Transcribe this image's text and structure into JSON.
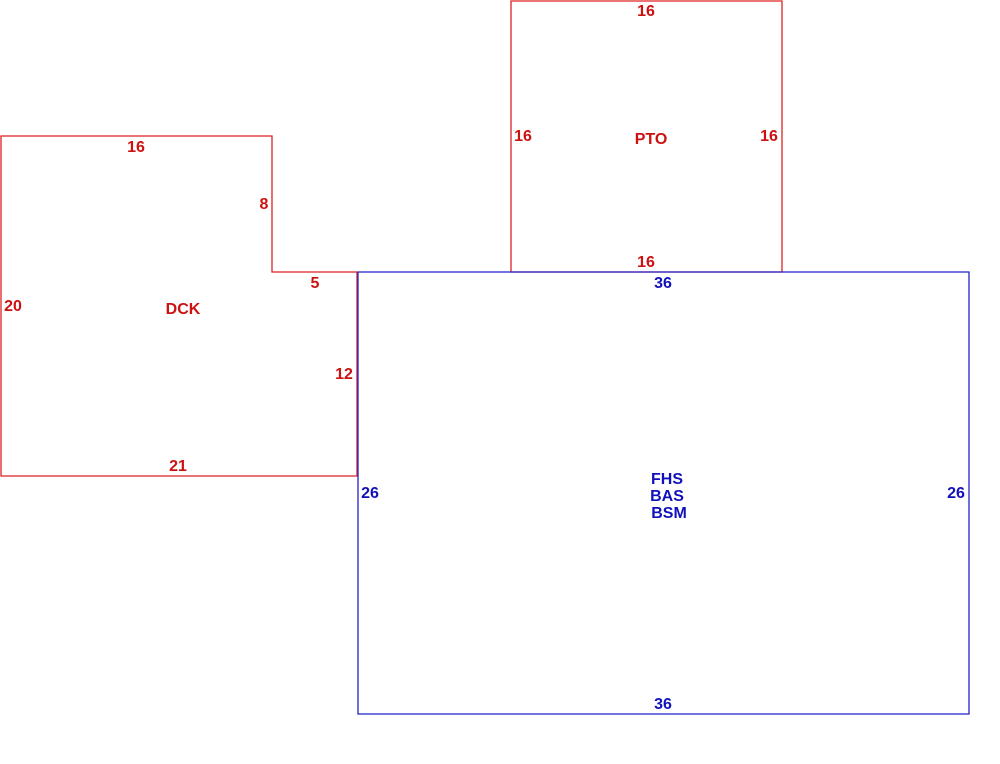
{
  "colors": {
    "secondary_areas": "#cc1111",
    "main_area": "#1111bb",
    "background": "#ffffff"
  },
  "areas": {
    "dck": {
      "code": "DCK",
      "dims": {
        "top": "16",
        "step_right": "8",
        "step_bottom": "5",
        "right": "12",
        "left": "20",
        "bottom": "21"
      }
    },
    "pto": {
      "code": "PTO",
      "dims": {
        "top": "16",
        "left": "16",
        "right": "16",
        "bottom": "16"
      }
    },
    "main": {
      "codes": [
        "FHS",
        "BAS",
        "BSM"
      ],
      "dims": {
        "top": "36",
        "left": "26",
        "right": "26",
        "bottom": "36"
      }
    }
  }
}
